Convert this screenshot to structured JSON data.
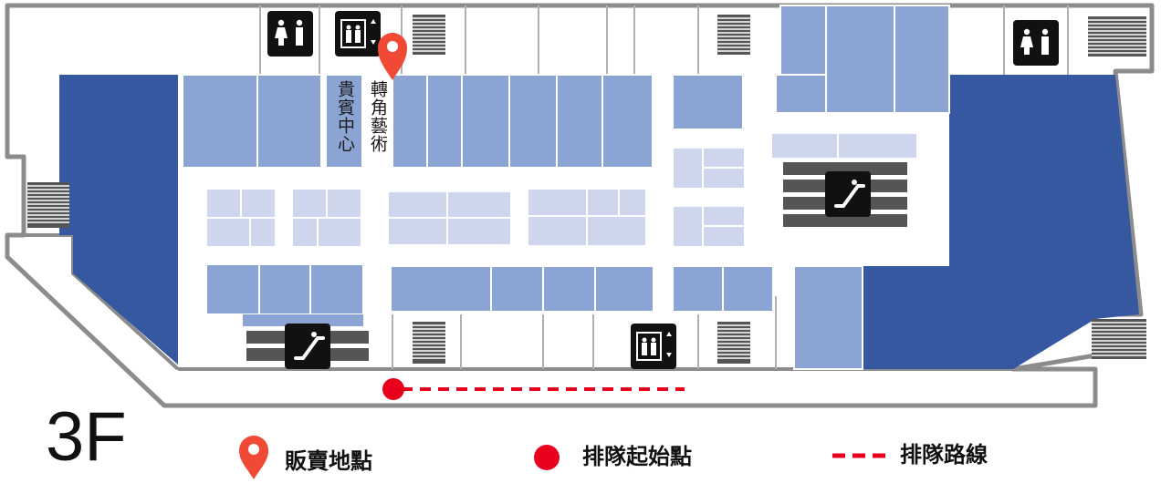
{
  "floor_label": "3F",
  "store_labels": {
    "vip_center": "貴賓中心",
    "corner_art": "轉角藝術"
  },
  "legend": [
    {
      "icon": "map-pin-icon",
      "label": "販賣地點"
    },
    {
      "icon": "queue-start-dot-icon",
      "label": "排隊起始點"
    },
    {
      "icon": "queue-route-dashed-line-icon",
      "label": "排隊路線"
    }
  ],
  "facility_icons": [
    "restroom-icon",
    "elevator-icon",
    "escalator-icon",
    "stairs-icon"
  ],
  "colors": {
    "dark_blue": "#3558a0",
    "mid_blue": "#8ba4d4",
    "light_blue": "#cdd6ec",
    "wall": "#8c8c8c",
    "marker_red": "#f04a36",
    "queue_red": "#e8001c",
    "icon_black": "#111111"
  }
}
